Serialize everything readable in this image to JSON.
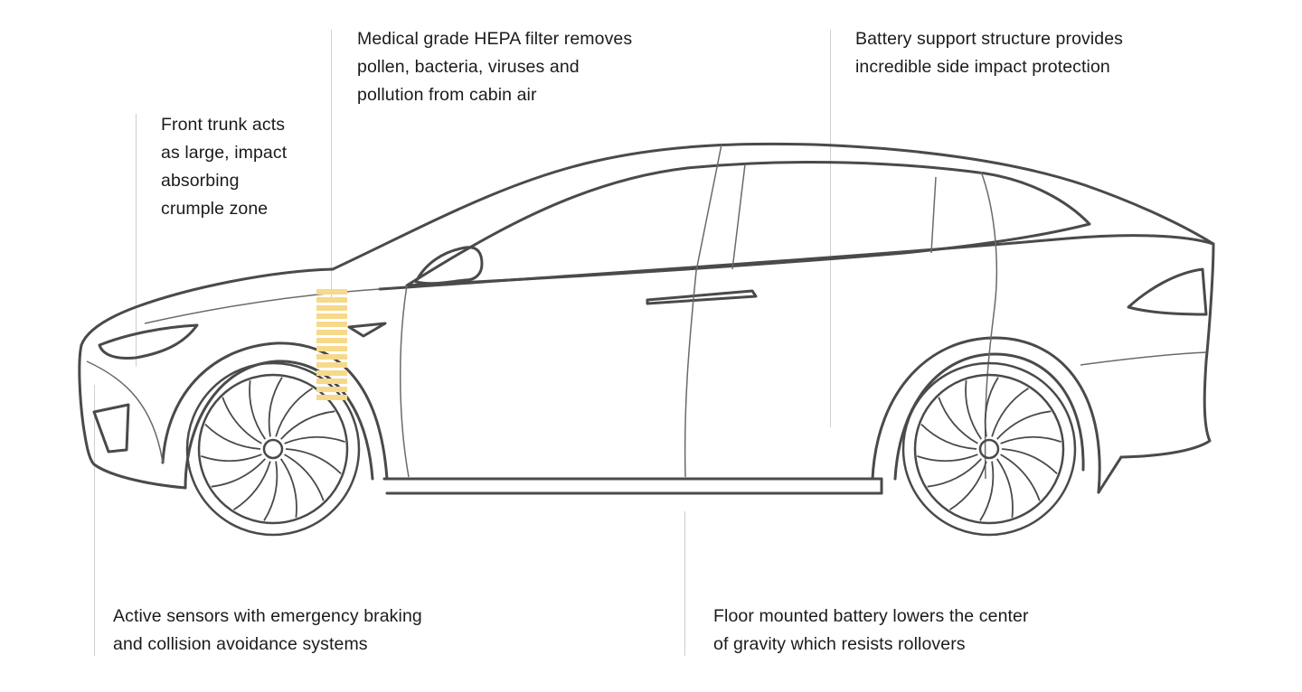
{
  "callouts": {
    "hepa": {
      "lines": [
        "Medical grade HEPA filter removes",
        "pollen, bacteria, viruses and",
        "pollution from cabin air"
      ]
    },
    "battery_structure": {
      "lines": [
        "Battery support structure provides",
        "incredible side impact protection"
      ]
    },
    "front_trunk": {
      "lines": [
        "Front trunk acts",
        "as large, impact",
        "absorbing",
        "crumple zone"
      ]
    },
    "active_sensors": {
      "lines": [
        "Active sensors with emergency braking",
        "and collision avoidance systems"
      ]
    },
    "floor_battery": {
      "lines": [
        "Floor mounted battery lowers the center",
        "of gravity which resists rollovers"
      ]
    }
  },
  "colors": {
    "outline": "#4a4a4a",
    "leader_line": "#cfcfcf",
    "hepa_highlight": "#f6d98a",
    "text": "#1b1b1b"
  }
}
